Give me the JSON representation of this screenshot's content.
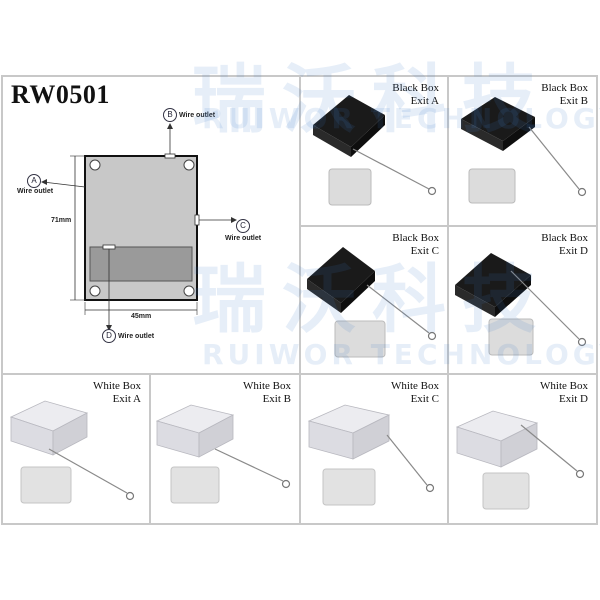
{
  "title": "RW0501",
  "watermark": {
    "chinese": "瑞沃科技",
    "english": "RUIWOR TECHNOLOGY"
  },
  "diagram": {
    "height_label": "71mm",
    "width_label": "45mm",
    "outlets": [
      {
        "letter": "A",
        "label": "Wire outlet"
      },
      {
        "letter": "B",
        "label": "Wire outlet"
      },
      {
        "letter": "C",
        "label": "Wire outlet"
      },
      {
        "letter": "D",
        "label": "Wire outlet"
      }
    ]
  },
  "products": [
    {
      "box": "Black Box",
      "exit": "Exit A"
    },
    {
      "box": "Black Box",
      "exit": "Exit B"
    },
    {
      "box": "Black Box",
      "exit": "Exit C"
    },
    {
      "box": "Black Box",
      "exit": "Exit D"
    },
    {
      "box": "White Box",
      "exit": "Exit A"
    },
    {
      "box": "White Box",
      "exit": "Exit B"
    },
    {
      "box": "White Box",
      "exit": "Exit C"
    },
    {
      "box": "White Box",
      "exit": "Exit D"
    }
  ],
  "colors": {
    "black_box": "#1a1a1a",
    "white_box": "#e6e6ea",
    "pad": "#dcdcdc",
    "wire": "#8a8a8a",
    "grid": "#c8c8c8"
  }
}
